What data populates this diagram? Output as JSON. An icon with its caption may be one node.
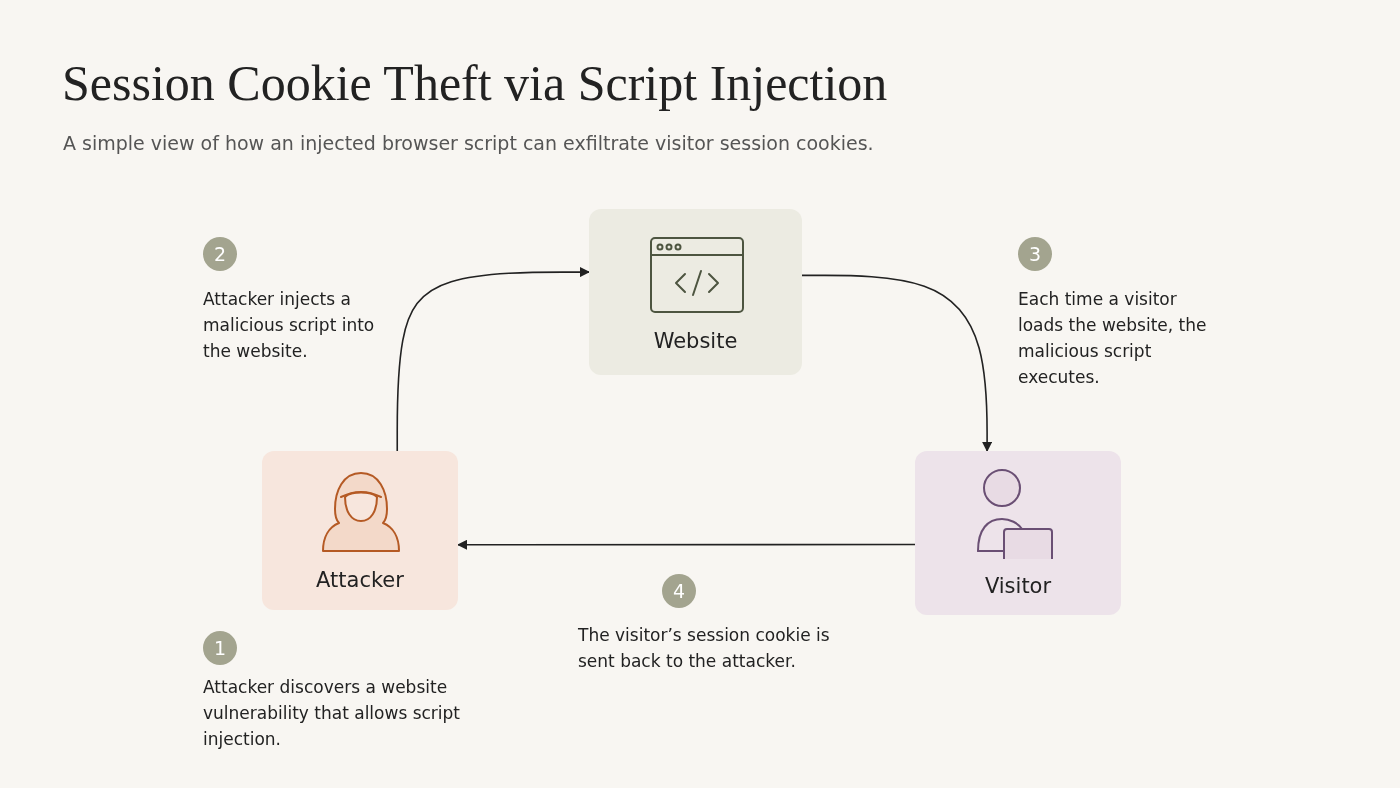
{
  "diagram": {
    "title": "Session Cookie Theft via Script Injection",
    "caption": "A simple view of how an injected browser script can exfiltrate visitor session cookies.",
    "nodes": [
      {
        "text": [
          "Website"
        ]
      },
      {
        "text": [
          "Attacker"
        ]
      },
      {
        "text": [
          "Visitor"
        ]
      }
    ],
    "edges": [
      {
        "from": 1,
        "to": 0,
        "arrow": "to"
      },
      {
        "from": 0,
        "to": 2,
        "arrow": "to"
      },
      {
        "from": 2,
        "to": 1,
        "arrow": "to"
      }
    ],
    "labels": [
      "2",
      "Attacker injects a malicious script into the website.",
      "3",
      "Each time a visitor loads the website, the malicious script executes.",
      "4",
      "The visitor’s session cookie is sent back to the attacker.",
      "1",
      "Attacker discovers a website vulnerability that allows script injection."
    ]
  }
}
